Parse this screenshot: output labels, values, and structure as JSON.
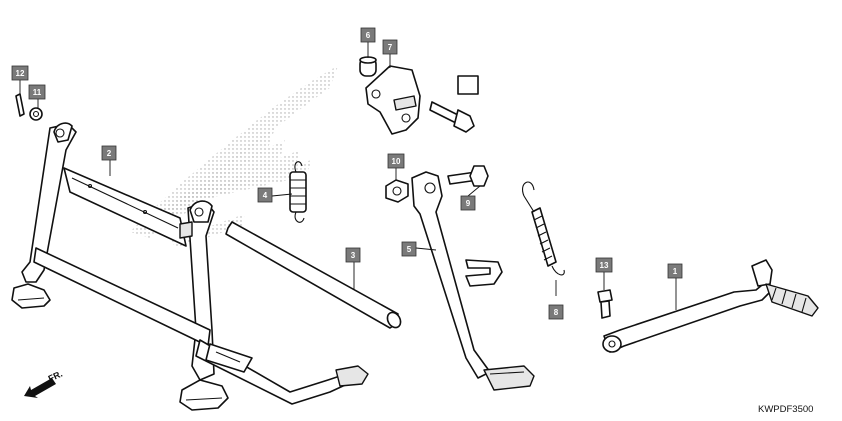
{
  "diagram_code": "KWPDF3500",
  "front_marker": "FR.",
  "callouts": [
    {
      "id": "c1",
      "label": "1"
    },
    {
      "id": "c2",
      "label": "2"
    },
    {
      "id": "c3",
      "label": "3"
    },
    {
      "id": "c4",
      "label": "4"
    },
    {
      "id": "c5",
      "label": "5"
    },
    {
      "id": "c6",
      "label": "6"
    },
    {
      "id": "c7",
      "label": "7"
    },
    {
      "id": "c8",
      "label": "8"
    },
    {
      "id": "c9",
      "label": "9"
    },
    {
      "id": "c10",
      "label": "10"
    },
    {
      "id": "c11",
      "label": "11"
    },
    {
      "id": "c12",
      "label": "12"
    },
    {
      "id": "c13",
      "label": "13"
    }
  ],
  "colors": {
    "callout_fill": "#7a7a7a",
    "watermark_dots": "#9a9a9a",
    "line": "#111111"
  }
}
